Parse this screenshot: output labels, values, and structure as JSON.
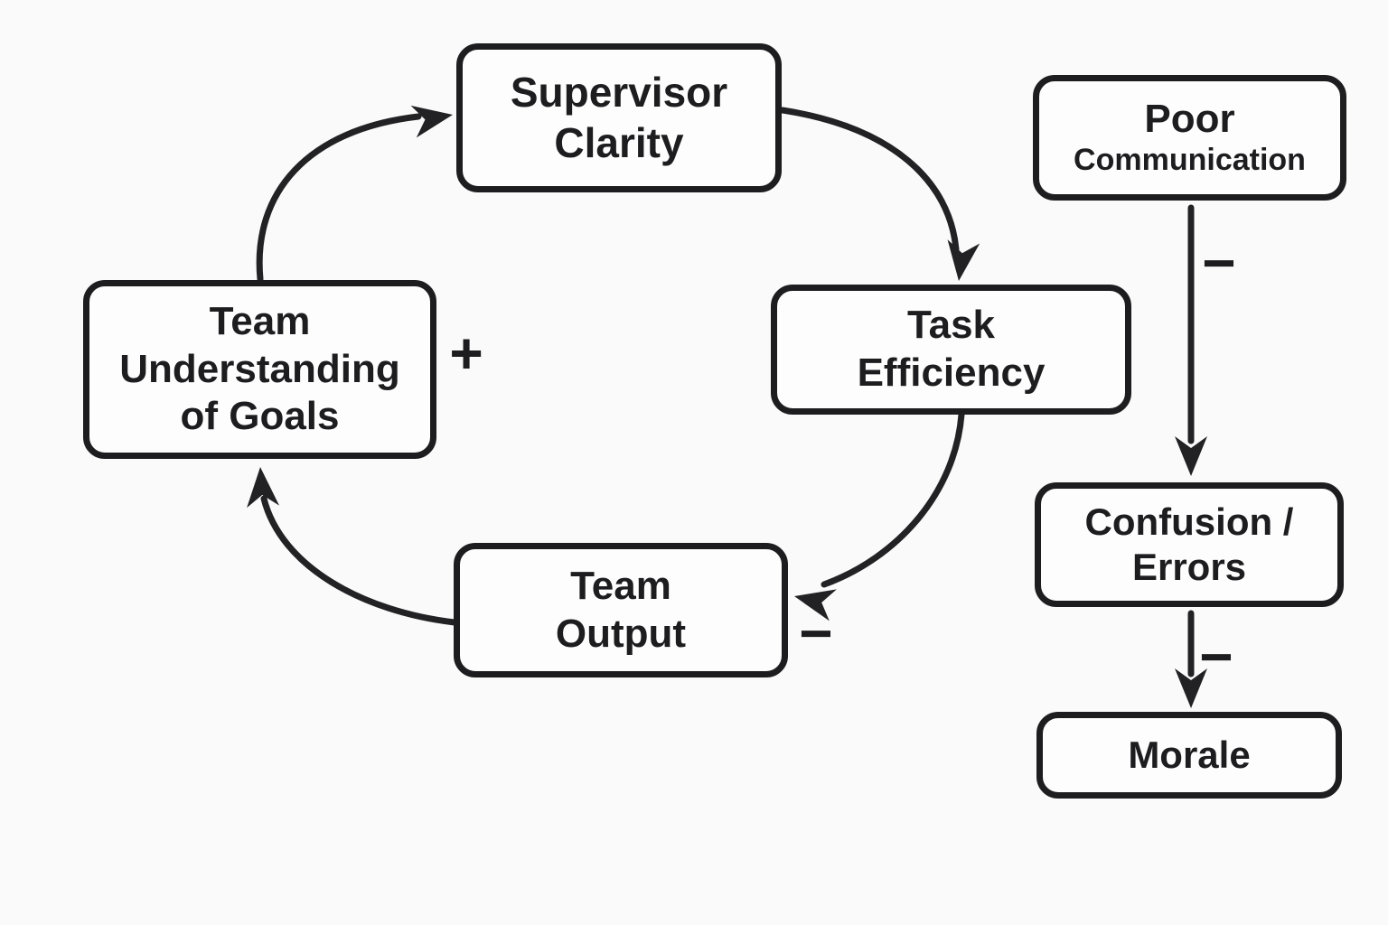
{
  "diagram": {
    "loop_nodes": {
      "supervisor_clarity": "Supervisor\nClarity",
      "task_efficiency": "Task\nEfficiency",
      "team_output": "Team\nOutput",
      "team_understanding": "Team\nUnderstanding\nof Goals"
    },
    "chain_nodes": {
      "poor_communication_line1": "Poor",
      "poor_communication_line2": "Communication",
      "confusion_errors": "Confusion /\nErrors",
      "morale": "Morale"
    },
    "edge_signs": {
      "understanding_plus": "+",
      "output_minus": "−",
      "communication_to_confusion_minus": "−",
      "confusion_to_morale_minus": "−"
    },
    "colors": {
      "ink": "#1d1d1f",
      "background": "#fafafa"
    }
  }
}
